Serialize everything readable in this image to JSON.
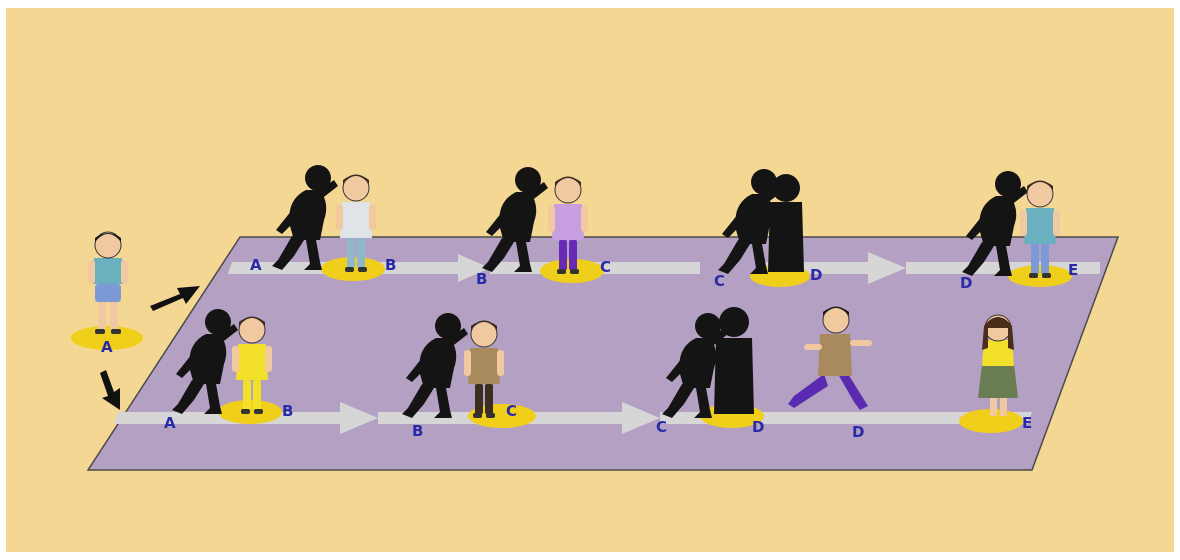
{
  "colors": {
    "background": "#f5d794",
    "floor": "#b3a0c3",
    "floor_border": "#4a4a4a",
    "lane_arrow": "#d6d6d6",
    "spot": "#f0cf1a",
    "silhouette": "#141414",
    "label": "#2a2aa8"
  },
  "start_child": {
    "label": "A"
  },
  "top_row": {
    "pairs": [
      {
        "whisperer_label": "A",
        "listener_label": "B",
        "listener_shirt": "#dfe4e8",
        "listener_pants": "#8fb8c9"
      },
      {
        "whisperer_label": "B",
        "listener_label": "C",
        "listener_shirt": "#c79ee0",
        "listener_pants": "#6a2ab8"
      },
      {
        "whisperer_label": "C",
        "listener_label": "D",
        "listener_shirt": "#141414",
        "listener_pants": "#141414"
      },
      {
        "whisperer_label": "D",
        "listener_label": "E",
        "listener_shirt": "#6bb0bf",
        "listener_pants": "#7b9ad6"
      }
    ]
  },
  "bottom_row": {
    "pairs": [
      {
        "whisperer_label": "A",
        "listener_label": "B",
        "listener_shirt": "#f3e02a",
        "listener_pants": "#f3e02a"
      },
      {
        "whisperer_label": "B",
        "listener_label": "C",
        "listener_shirt": "#a88a5c",
        "listener_pants": "#3b2e1e"
      },
      {
        "whisperer_label": "C",
        "listener_label": "D",
        "listener_shirt": "#141414",
        "listener_pants": "#141414"
      }
    ],
    "runner_label": "D",
    "end_label": "E"
  }
}
